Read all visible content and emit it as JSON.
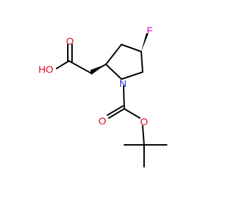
{
  "colors": {
    "carbon": "#000000",
    "oxygen": "#e0001b",
    "nitrogen": "#1f2bd6",
    "fluorine": "#d400d4",
    "background": "#ffffff"
  },
  "atoms": {
    "f": "F",
    "n": "N",
    "o_carbonyl_acid": "O",
    "oh": "HO",
    "o_carbonyl_carbamate": "O",
    "o_ester": "O"
  }
}
